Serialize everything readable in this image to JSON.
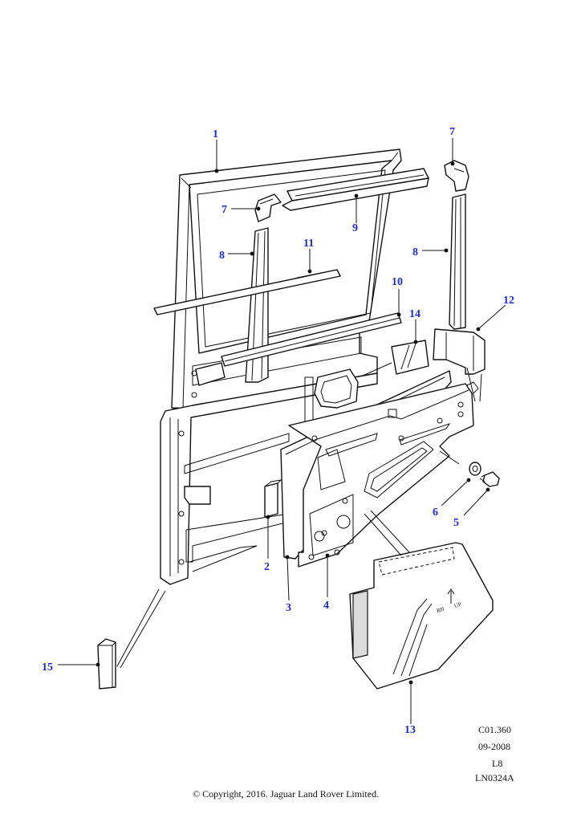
{
  "callouts": [
    {
      "id": "c1",
      "label": "1"
    },
    {
      "id": "c2",
      "label": "2"
    },
    {
      "id": "c3",
      "label": "3"
    },
    {
      "id": "c4",
      "label": "4"
    },
    {
      "id": "c5",
      "label": "5"
    },
    {
      "id": "c6",
      "label": "6"
    },
    {
      "id": "c7a",
      "label": "7"
    },
    {
      "id": "c7b",
      "label": "7"
    },
    {
      "id": "c8a",
      "label": "8"
    },
    {
      "id": "c8b",
      "label": "8"
    },
    {
      "id": "c9",
      "label": "9"
    },
    {
      "id": "c10",
      "label": "10"
    },
    {
      "id": "c11",
      "label": "11"
    },
    {
      "id": "c12",
      "label": "12"
    },
    {
      "id": "c13",
      "label": "13"
    },
    {
      "id": "c14",
      "label": "14"
    },
    {
      "id": "c15",
      "label": "15"
    }
  ],
  "meta": {
    "code": "C01.360",
    "date": "09-2008",
    "level": "L8",
    "ref": "LN0324A"
  },
  "copyright": "© Copyright, 2016. Jaguar Land Rover Limited.",
  "glass_marks": {
    "side": "RH",
    "dir": "UP"
  },
  "colors": {
    "callout": "#1f2bd6",
    "line": "#111111",
    "background": "#ffffff"
  }
}
